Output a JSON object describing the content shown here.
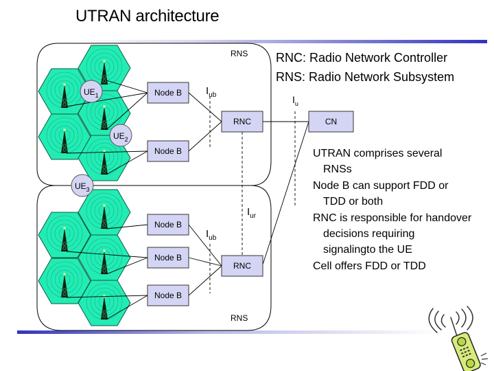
{
  "slide": {
    "title": "UTRAN architecture"
  },
  "legend": {
    "rnc": "RNC: Radio Network Controller",
    "rns": "RNS: Radio Network Subsystem"
  },
  "diagram": {
    "rns_label": "RNS",
    "node_b_label": "Node B",
    "rnc_label": "RNC",
    "cn_label": "CN",
    "ue": [
      {
        "base": "UE",
        "sub": "1"
      },
      {
        "base": "UE",
        "sub": "2"
      },
      {
        "base": "UE",
        "sub": "3"
      }
    ],
    "interfaces": {
      "iub": {
        "base": "I",
        "sub": "ub"
      },
      "iu": {
        "base": "I",
        "sub": "u"
      },
      "iur": {
        "base": "I",
        "sub": "ur"
      }
    },
    "colors": {
      "cell_fill": "#22ecb4",
      "node_fill": "#d4d4f4",
      "ue_fill": "#d4d4f4"
    }
  },
  "bullets": [
    {
      "lines": [
        "UTRAN comprises several",
        "RNSs"
      ]
    },
    {
      "lines": [
        "Node B can support FDD or",
        "TDD or both"
      ]
    },
    {
      "lines": [
        "RNC is responsible for handover",
        "decisions requiring",
        "signalingto the UE"
      ]
    },
    {
      "lines": [
        "Cell offers FDD or TDD"
      ]
    }
  ]
}
